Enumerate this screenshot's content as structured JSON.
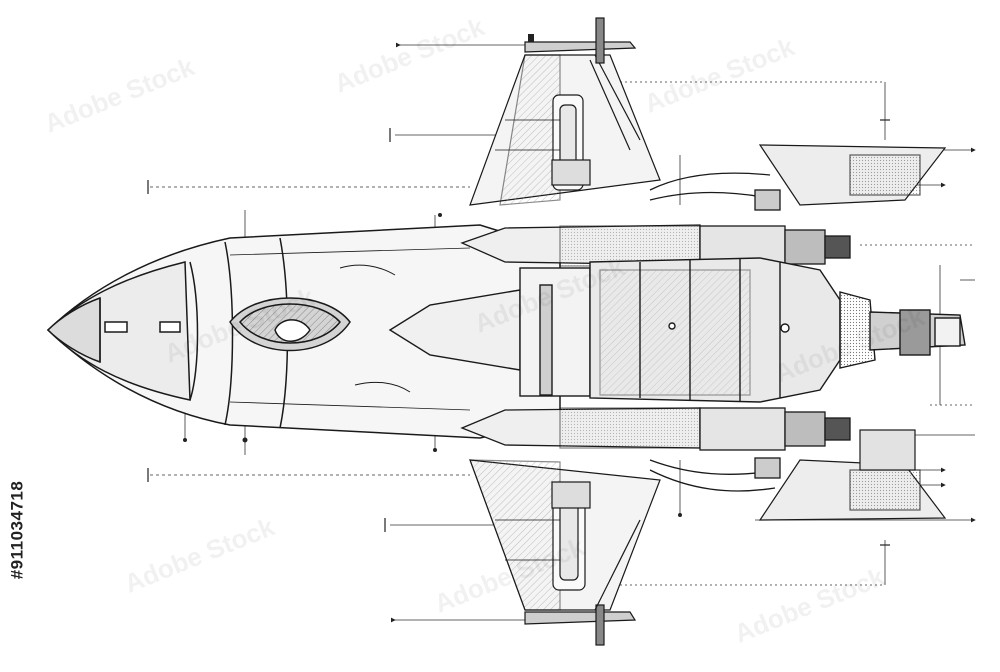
{
  "image": {
    "subject": "spaceship blueprint sketch",
    "palette": {
      "ink": "#1a1a1a",
      "mid": "#7a7a7a",
      "light": "#d9d9d9",
      "paper": "#ffffff"
    }
  },
  "watermark": {
    "brand_text": "Adobe Stock",
    "side_id": "#911034718"
  }
}
